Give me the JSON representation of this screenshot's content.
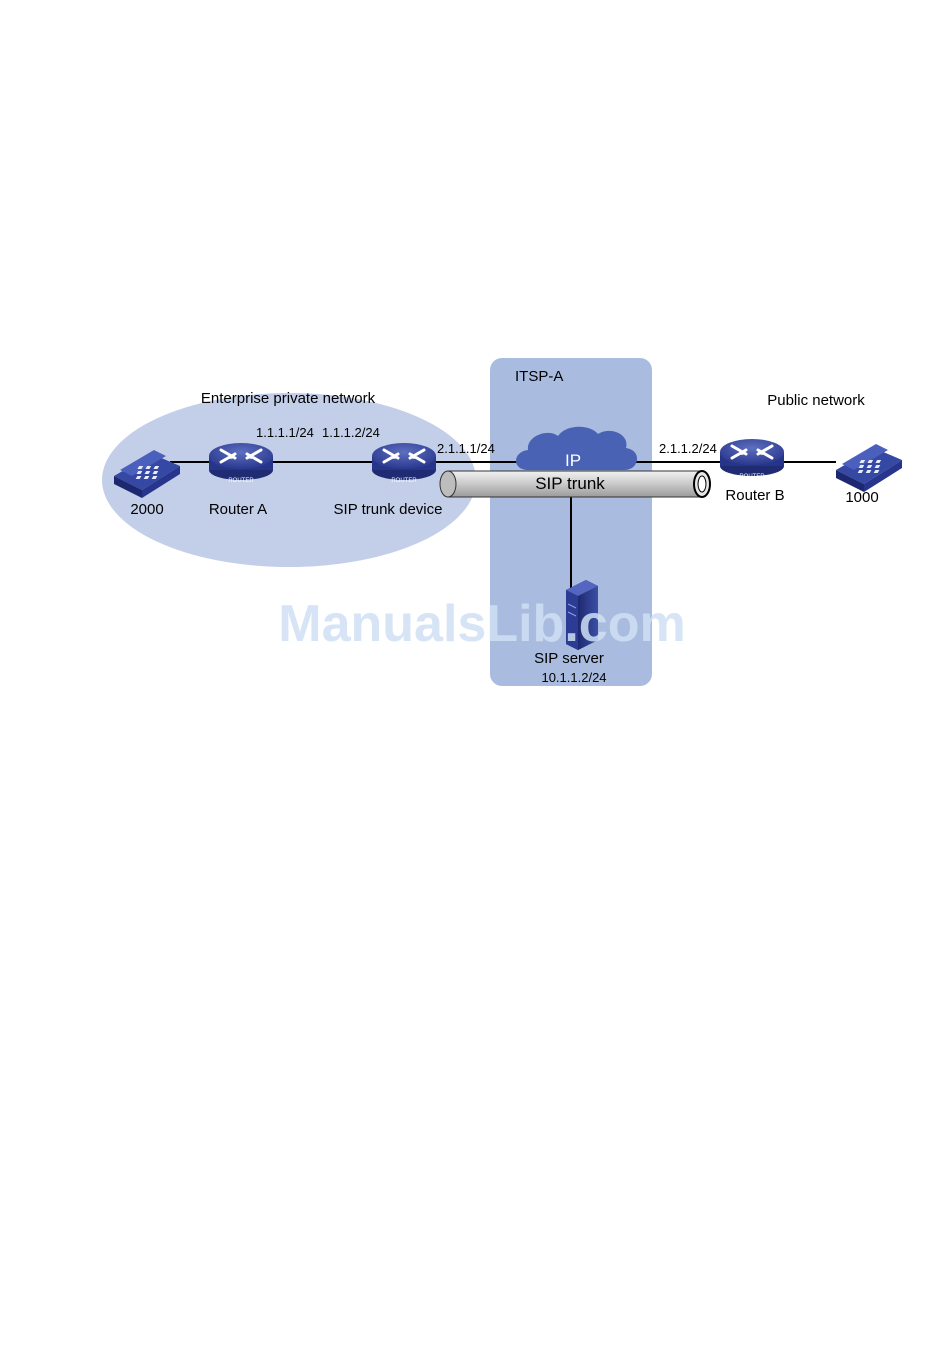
{
  "regions": {
    "enterprise": "Enterprise private network",
    "itsp": "ITSP-A",
    "public": "Public network"
  },
  "devices": {
    "phone_left": "2000",
    "router_a": "Router A",
    "sip_trunk_device": "SIP trunk device",
    "router_b": "Router B",
    "phone_right": "1000",
    "sip_server": "SIP server"
  },
  "addresses": {
    "router_a_if": "1.1.1.1/24",
    "sip_trunk_inner": "1.1.1.2/24",
    "sip_trunk_outer": "2.1.1.1/24",
    "router_b_if": "2.1.1.2/24",
    "sip_server_ip": "10.1.1.2/24"
  },
  "cloud_label": "IP",
  "tunnel_label": "SIP trunk",
  "router_badge": "ROUTER",
  "watermark": "ManualsLib.com",
  "colors": {
    "region_fill": "#c3cfe9",
    "itsp_fill": "#a9bcdf",
    "device_blue": "#2e3f98",
    "cloud_blue": "#4a62b3",
    "tunnel_gray": "#d3d3d3"
  }
}
